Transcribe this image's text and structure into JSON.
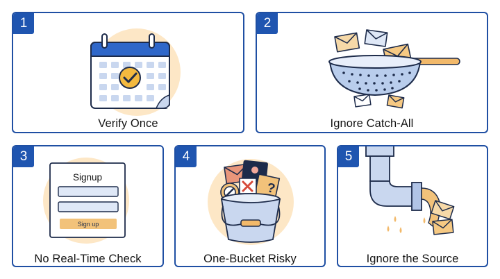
{
  "steps": [
    {
      "number": "1",
      "label": "Verify Once"
    },
    {
      "number": "2",
      "label": "Ignore Catch-All"
    },
    {
      "number": "3",
      "label": "No Real-Time Check"
    },
    {
      "number": "4",
      "label": "One-Bucket Risky"
    },
    {
      "number": "5",
      "label": "Ignore the Source"
    }
  ],
  "signup_form": {
    "title": "Signup",
    "button_label": "Sign up"
  },
  "colors": {
    "frame": "#1f4fa3",
    "badge": "#1f55b0",
    "accent_orange": "#f2c27a",
    "peach_blob": "#fde7c6",
    "light_blue": "#c9d7ef"
  }
}
